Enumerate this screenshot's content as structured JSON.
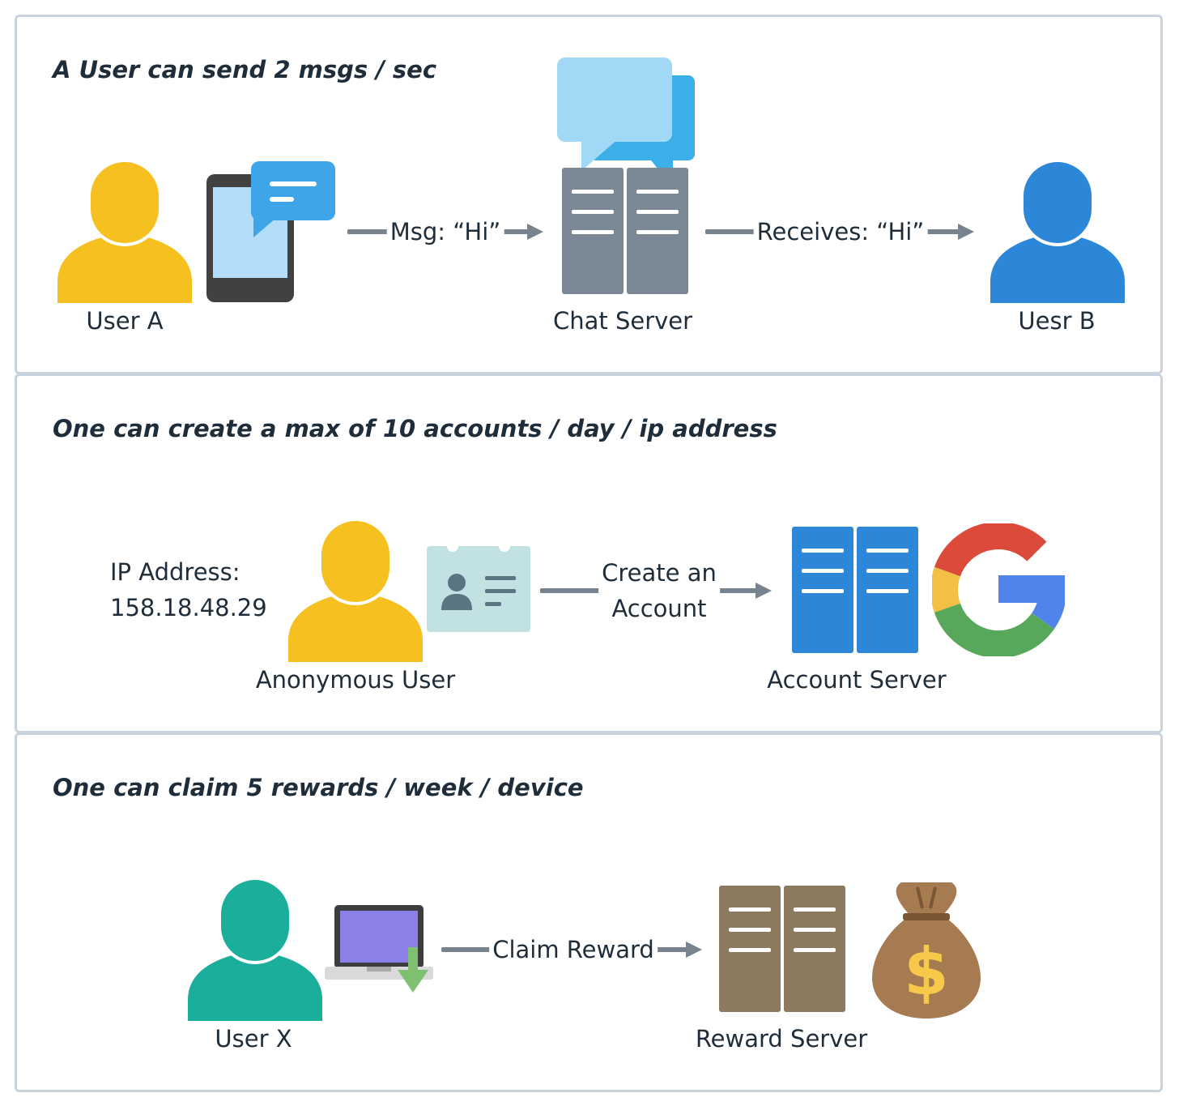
{
  "panels": [
    {
      "title": "A User can send 2 msgs / sec",
      "nodes": {
        "user": "User A",
        "server": "Chat Server",
        "target": "Uesr B"
      },
      "edges": {
        "send": "Msg: “Hi”",
        "receive": "Receives: “Hi”"
      }
    },
    {
      "title": "One can create a max of 10 accounts / day / ip address",
      "ip_label": "IP Address:",
      "ip_value": "158.18.48.29",
      "nodes": {
        "user": "Anonymous User",
        "server": "Account Server"
      },
      "edges": {
        "create_line1": "Create an",
        "create_line2": "Account"
      }
    },
    {
      "title": "One can claim 5 rewards / week / device",
      "nodes": {
        "user": "User X",
        "server": "Reward Server"
      },
      "edges": {
        "claim": "Claim Reward"
      }
    }
  ],
  "icons": {
    "user_a": "user-icon",
    "phone": "phone-chat-icon",
    "chat_bubbles": "chat-bubbles-icon",
    "chat_server": "server-icon",
    "user_b": "user-icon",
    "anon_user": "user-icon",
    "id_card": "id-card-icon",
    "account_server": "server-icon",
    "google": "google-logo-icon",
    "user_x": "user-icon",
    "laptop": "laptop-download-icon",
    "reward_server": "server-icon",
    "money_bag": "money-bag-icon"
  },
  "colors": {
    "panel_border": "#c9d3dd",
    "arrow": "#77838f",
    "user_a": "#f6c021",
    "user_b": "#2c87d8",
    "user_anon": "#f6c021",
    "user_x": "#1bae9b",
    "chat_server": "#7a8896",
    "account_server": "#2c87d8",
    "reward_server": "#8b7a5d",
    "money_bag": "#a67b52",
    "dollar": "#f6c94a"
  }
}
